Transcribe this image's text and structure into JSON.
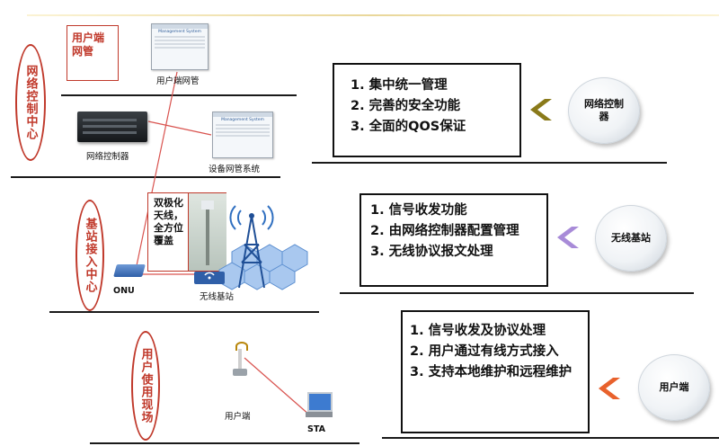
{
  "zones": {
    "network_center": "网络控制中心",
    "base_station_center": "基站接入中心",
    "user_site": "用户使用现场"
  },
  "boxes": {
    "user_nms": "用户端网管",
    "antenna_note": "双极化天线，全方位覆盖"
  },
  "labels": {
    "user_nms_screen": "用户端网管",
    "network_controller": "网络控制器",
    "device_nms": "设备网管系统",
    "onu": "ONU",
    "wireless_base_station": "无线基站",
    "user_terminal": "用户端",
    "sta": "STA",
    "screen_title": "Management System"
  },
  "panels": [
    {
      "badge": "网络控制器",
      "arrow_color": "#8a7a1a",
      "items": [
        "1. 集中统一管理",
        "2. 完善的安全功能",
        "3. 全面的QOS保证"
      ]
    },
    {
      "badge": "无线基站",
      "arrow_color": "#a88bd8",
      "items": [
        "1. 信号收发功能",
        "2. 由网络控制器配置管理",
        "3. 无线协议报文处理"
      ]
    },
    {
      "badge": "用户端",
      "arrow_color": "#e8612c",
      "items": [
        "1. 信号收发及协议处理",
        "2. 用户通过有线方式接入",
        "3. 支持本地维护和远程维护"
      ]
    }
  ],
  "colors": {
    "accent_red": "#c0392b",
    "line_red": "#d9534f"
  }
}
